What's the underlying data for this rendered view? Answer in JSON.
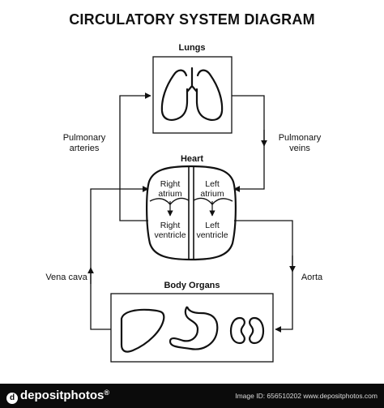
{
  "title": "CIRCULATORY SYSTEM DIAGRAM",
  "nodes": {
    "lungs": "Lungs",
    "heart": "Heart",
    "body_organs": "Body Organs"
  },
  "heart_chambers": {
    "right_atrium": [
      "Right",
      "atrium"
    ],
    "left_atrium": [
      "Left",
      "atrium"
    ],
    "right_ventricle": [
      "Right",
      "ventricle"
    ],
    "left_ventricle": [
      "Left",
      "ventricle"
    ]
  },
  "vessels": {
    "pulmonary_arteries": [
      "Pulmonary",
      "arteries"
    ],
    "pulmonary_veins": [
      "Pulmonary",
      "veins"
    ],
    "vena_cava": "Vena cava",
    "aorta": "Aorta"
  },
  "footer": {
    "brand": "depositphotos",
    "meta": "Image ID: 656510202  www.depositphotos.com"
  }
}
